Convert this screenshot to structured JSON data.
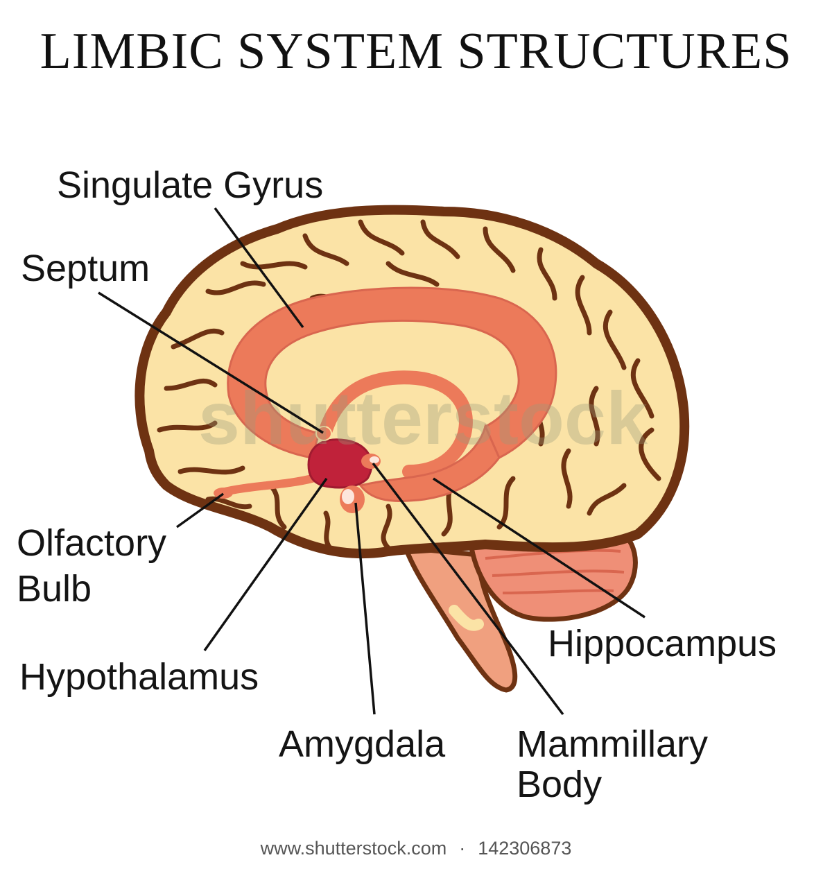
{
  "title": "LIMBIC SYSTEM STRUCTURES",
  "labels": {
    "singulate_gyrus": "Singulate Gyrus",
    "septum": "Septum",
    "olfactory_bulb_line1": "Olfactory",
    "olfactory_bulb_line2": "Bulb",
    "hypothalamus": "Hypothalamus",
    "amygdala": "Amygdala",
    "mammillary_body_line1": "Mammillary",
    "mammillary_body_line2": "Body",
    "hippocampus": "Hippocampus"
  },
  "watermark": "shutterstock",
  "footer": {
    "url": "www.shutterstock.com",
    "separator": "·",
    "image_number": "142306873"
  },
  "colors": {
    "brain_fill": "#fbe3a6",
    "brain_outline": "#6e3212",
    "limbic": "#ec7a5a",
    "limbic_dark": "#c8423a",
    "hypothalamus": "#c0223a",
    "cerebellum": "#ef8f77",
    "brainstem": "#f0a07f"
  }
}
